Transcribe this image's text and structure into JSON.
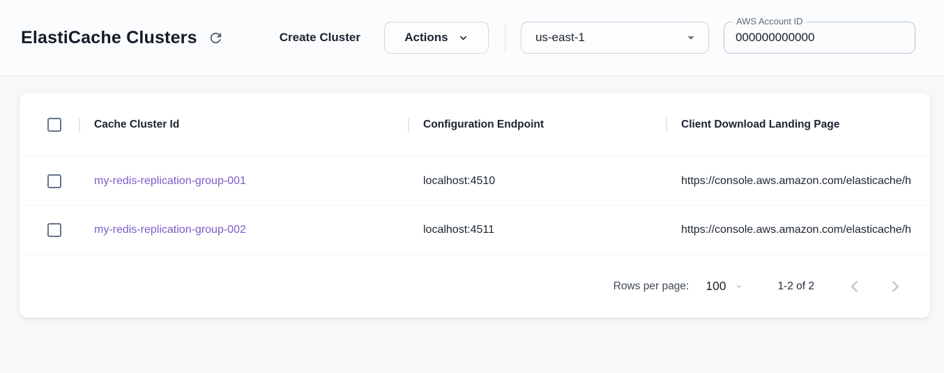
{
  "header": {
    "title": "ElastiCache Clusters",
    "create_cluster_label": "Create Cluster",
    "actions_label": "Actions",
    "region": {
      "selected": "us-east-1"
    },
    "account_field": {
      "label": "AWS Account ID",
      "value": "000000000000"
    }
  },
  "icons": {
    "refresh": "refresh-icon",
    "actions_chevron": "chevron-down-icon",
    "region_caret": "caret-down-icon",
    "rows_per_page_caret": "caret-down-icon",
    "prev": "chevron-left-icon",
    "next": "chevron-right-icon"
  },
  "table": {
    "columns": [
      {
        "label": "Cache Cluster Id"
      },
      {
        "label": "Configuration Endpoint"
      },
      {
        "label": "Client Download Landing Page"
      }
    ],
    "rows": [
      {
        "cache_cluster_id": "my-redis-replication-group-001",
        "configuration_endpoint": "localhost:4510",
        "client_download_landing_page": "https://console.aws.amazon.com/elasticache/h"
      },
      {
        "cache_cluster_id": "my-redis-replication-group-002",
        "configuration_endpoint": "localhost:4511",
        "client_download_landing_page": "https://console.aws.amazon.com/elasticache/h"
      }
    ]
  },
  "pagination": {
    "rows_per_page_label": "Rows per page:",
    "rows_per_page_value": "100",
    "range_label": "1-2 of 2"
  },
  "colors": {
    "link": "#7a5dc7",
    "title_text": "#121b26",
    "checkbox_border": "#64748b",
    "header_divider": "#e4e7ea",
    "muted_icon": "#56646f",
    "disabled_icon": "#c3c8cd",
    "card_background": "#ffffff",
    "page_background": "#f7f8fa"
  }
}
